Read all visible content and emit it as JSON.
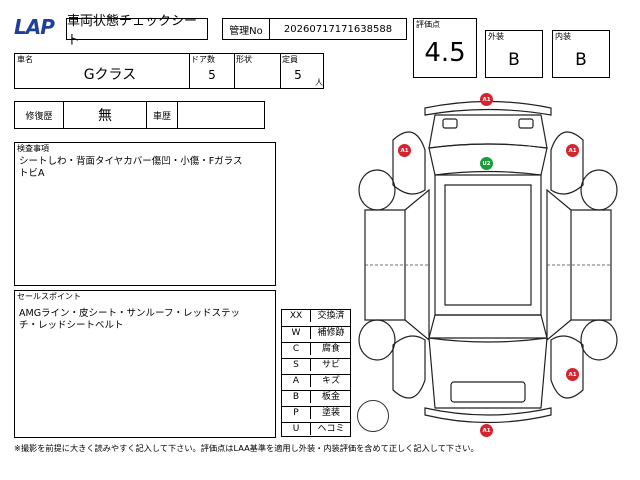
{
  "header": {
    "logo_text": "LAP",
    "title": "車両状態チェックシート",
    "kanri_label": "管理No",
    "kanri_value": "20260717171638588",
    "score_label": "評価点",
    "score_value": "4.5",
    "exterior_label": "外装",
    "exterior_value": "B",
    "interior_label": "内装",
    "interior_value": "B"
  },
  "vehicle": {
    "name_label": "車名",
    "name_value": "Gクラス",
    "doors_label": "ドア数",
    "doors_value": "5",
    "shape_label": "形状",
    "shape_value": "",
    "capacity_label": "定員",
    "capacity_value": "5",
    "capacity_unit": "人"
  },
  "history": {
    "repair_label": "修復歴",
    "repair_value": "無",
    "shaken_label": "車歴",
    "shaken_value": ""
  },
  "inspection": {
    "label": "検査事項",
    "text": "シートしわ・背面タイヤカバー傷凹・小傷・Fガラス\nトビA"
  },
  "sales": {
    "label": "セールスポイント",
    "text": "AMGライン・皮シート・サンルーフ・レッドステッ\nチ・レッドシートベルト"
  },
  "legend": [
    {
      "code": "XX",
      "desc": "交換済"
    },
    {
      "code": "W",
      "desc": "補修跡"
    },
    {
      "code": "C",
      "desc": "腐食"
    },
    {
      "code": "S",
      "desc": "サビ"
    },
    {
      "code": "A",
      "desc": "キズ"
    },
    {
      "code": "B",
      "desc": "板金"
    },
    {
      "code": "P",
      "desc": "塗装"
    },
    {
      "code": "U",
      "desc": "ヘコミ"
    }
  ],
  "marks": [
    {
      "id": "front-top",
      "label": "A1",
      "color": "#d42430"
    },
    {
      "id": "left-front-fender",
      "label": "A1",
      "color": "#d42430"
    },
    {
      "id": "right-front-fender",
      "label": "A1",
      "color": "#d42430"
    },
    {
      "id": "windshield",
      "label": "U2",
      "color": "#1a9a3a"
    },
    {
      "id": "right-rear-fender",
      "label": "A1",
      "color": "#d42430"
    },
    {
      "id": "rear-bottom",
      "label": "A1",
      "color": "#d42430"
    }
  ],
  "footer": {
    "note": "※撮影を前提に大きく読みやすく記入して下さい。評価点はLAA基準を適用し外装・内装評価を含めて正しく記入して下さい。"
  }
}
